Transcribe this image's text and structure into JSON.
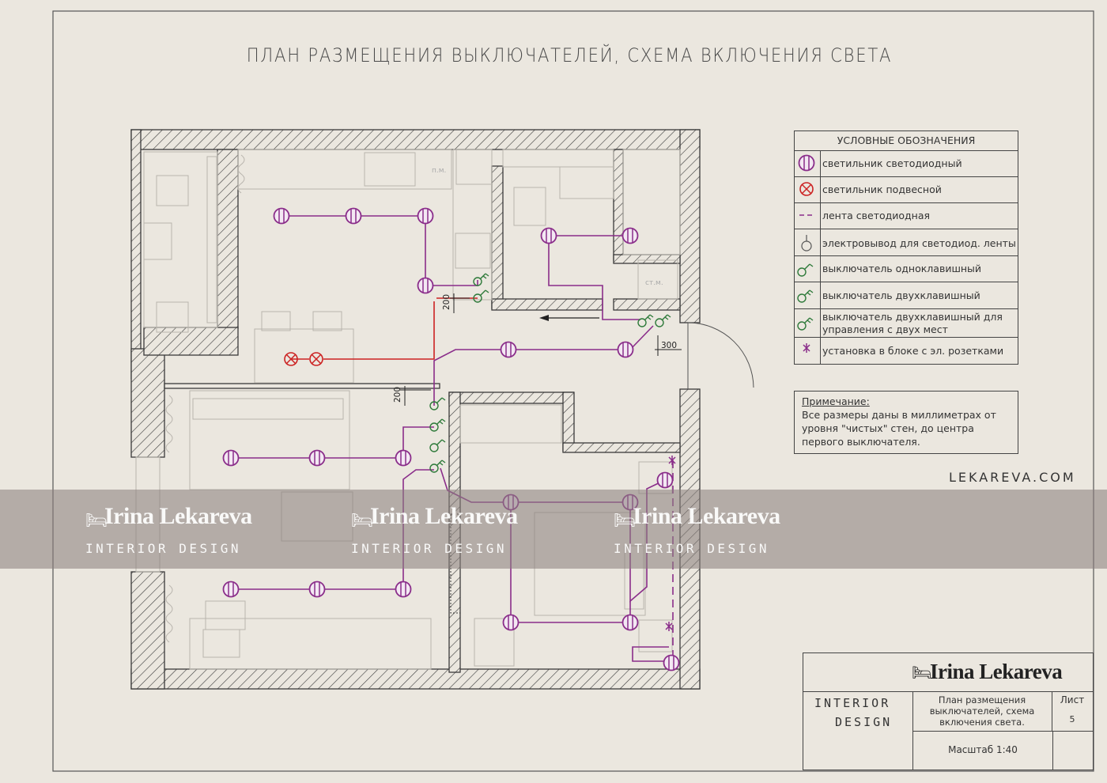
{
  "title": "ПЛАН РАЗМЕЩЕНИЯ ВЫКЛЮЧАТЕЛЕЙ, СХЕМА ВКЛЮЧЕНИЯ СВЕТА",
  "legend": {
    "heading": "УСЛОВНЫЕ ОБОЗНАЧЕНИЯ",
    "items": [
      {
        "symbol": "led-fixture-icon",
        "label": "светильник светодиодный"
      },
      {
        "symbol": "pendant-lamp-icon",
        "label": "светильник подвесной"
      },
      {
        "symbol": "led-strip-icon",
        "label": "лента светодиодная"
      },
      {
        "symbol": "strip-outlet-icon",
        "label": "электровывод для светодиод. ленты"
      },
      {
        "symbol": "single-switch-icon",
        "label": "выключатель одноклавишный"
      },
      {
        "symbol": "double-switch-icon",
        "label": "выключатель двухклавишный"
      },
      {
        "symbol": "two-way-switch-icon",
        "label": "выключатель двухклавишный для управления с двух мест"
      },
      {
        "symbol": "socket-block-icon",
        "label": "установка в блоке с эл. розетками"
      }
    ]
  },
  "note": {
    "heading": "Примечание:",
    "body": "Все размеры даны в миллиметрах от уровня \"чистых\" стен, до центра первого выключателя."
  },
  "plan": {
    "room_labels": {
      "washer": "п.м.",
      "dishwasher": "ст.м."
    },
    "dimensions": {
      "kitchen_switch": "200",
      "entrance_switch": "300",
      "hall_switch": "200"
    }
  },
  "website": "LEKAREVA.COM",
  "watermark": {
    "name": "Irina Lekareva",
    "subtitle": "INTERIOR DESIGN"
  },
  "title_block": {
    "brand": "Irina Lekareva",
    "studio_line1": "INTERIOR",
    "studio_line2": "DESIGN",
    "sheet_title": "План размещения выключателей, схема включения света.",
    "sheet_label": "Лист",
    "sheet_number": "5",
    "scale": "Масштаб 1:40"
  },
  "colors": {
    "wiring": "#8a2d8a",
    "pendant_wiring": "#cc2222",
    "switch": "#2e7a3a",
    "wall_hatch": "#3a3a3a",
    "paper": "#ebe7df"
  }
}
